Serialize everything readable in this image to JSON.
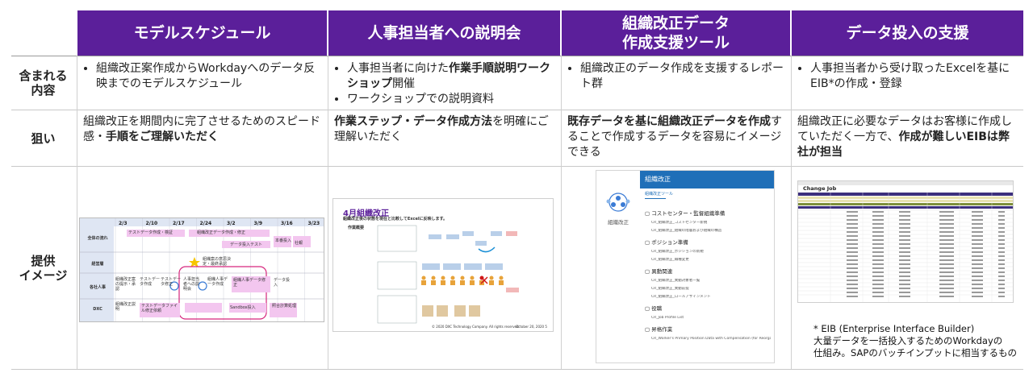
{
  "headers": [
    "モデルスケジュール",
    "人事担当者への説明会",
    "組織改正データ\n作成支援ツール",
    "データ投入の支援"
  ],
  "row_labels": {
    "content": "含まれる\n内容",
    "aim": "狙い",
    "image": "提供\nイメージ"
  },
  "content": {
    "col1": [
      "組織改正案作成からWorkdayへのデータ反映までのモデルスケジュール"
    ],
    "col2": [
      {
        "pre": "人事担当者に向けた",
        "bold": "作業手順説明ワークショップ",
        "post": "開催"
      },
      {
        "pre": "ワークショップでの説明資料",
        "bold": "",
        "post": ""
      }
    ],
    "col3": [
      "組織改正のデータ作成を支援するレポート群"
    ],
    "col4": [
      "人事担当者から受け取ったExcelを基にEIB*の作成・登録"
    ]
  },
  "aim": {
    "col1": {
      "pre": "組織改正を期間内に完了させるためのスピード感・",
      "bold": "手順をご理解いただく",
      "post": ""
    },
    "col2": {
      "pre": "",
      "bold": "作業ステップ・データ作成方法",
      "post": "を明確にご理解いただく"
    },
    "col3": {
      "pre": "",
      "bold": "既存データを基に組織改正データを作成",
      "post": "することで作成するデータを容易にイメージできる"
    },
    "col4": {
      "pre": "組織改正に必要なデータはお客様に作成していただく一方で、",
      "bold": "作成が難しいEIBは弊社が担当",
      "post": ""
    }
  },
  "schedule": {
    "dates": [
      "2/3",
      "2/10",
      "2/17",
      "2/24",
      "3/2",
      "3/9",
      "3/16",
      "3/23"
    ],
    "rows": [
      "全体の流れ",
      "経営層",
      "各社人事",
      "DXC"
    ],
    "bars": [
      "テストデータ作成・検証",
      "組織改正データ作成・修正",
      "データ投入テスト",
      "本番投入",
      "社報"
    ],
    "notes": [
      "組織案の意思決定・最終承認",
      "組織改正案の提示・承認",
      "テストデータ作成",
      "テストデータ修正",
      "人事担当者への説明会",
      "組織人事データ作成",
      "組織人事データ修正",
      "データ投入",
      "Sandbox投入",
      "組織改正説明",
      "テストデータファイル修正依頼",
      "照合計算処理"
    ]
  },
  "workshop": {
    "title": "4月組織改正",
    "subtitle": "組織改正後の状態を現在と比較してExcelに反映します。",
    "label": "作業概要",
    "footer": "© 2020 DXC Technology Company. All rights reserved.",
    "page": "October 20, 2020   5"
  },
  "tool": {
    "header": "組織改正",
    "side_label": "組織改正",
    "tab": "組織改正ツール",
    "sections": [
      {
        "title": "コストセンター・監督組織準備",
        "items": [
          "CR_組織改正_コストセンター新規",
          "CR_組織改正_組織の階層および組織の構造"
        ]
      },
      {
        "title": "ポジション準備",
        "items": [
          "CR_組織改正_ポジションの新規",
          "CR_組織改正_職種変更"
        ]
      },
      {
        "title": "異動関連",
        "items": [
          "CR_組織改正_異動対象者一覧",
          "CR_組織改正_異動前提",
          "CR_組織改正_ロールアサインメント"
        ]
      },
      {
        "title": "役職",
        "items": [
          "CR_Job Profile List"
        ]
      },
      {
        "title": "昇格作業",
        "items": [
          "CR_Worker's Primary Position Data with Compensation (for Reorganization)"
        ]
      }
    ]
  },
  "eib": {
    "title": "Change Job",
    "rows": 22
  },
  "footnote": [
    "* EIB (Enterprise Interface Builder)",
    "大量データを一括投入するためのWorkdayの",
    "仕組み。SAPのバッチインプットに相当するもの"
  ],
  "colors": {
    "header_bg": "#5b1f9a",
    "accent_pink": "#f3c6ef",
    "accent_purple": "#9b4fc9",
    "ws_red": "#c0392b",
    "tool_blue": "#1f6fb8"
  }
}
